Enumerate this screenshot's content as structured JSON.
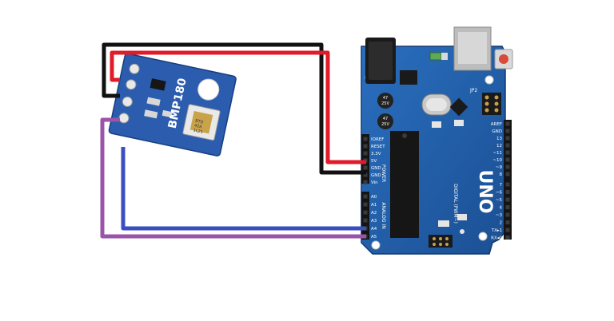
{
  "sensor": {
    "label": "BMP180",
    "chip_text": [
      "BTD",
      "42A",
      "1L21"
    ]
  },
  "board": {
    "logo": "UNO",
    "power_header_label": "POWER",
    "analog_header_label": "ANALOG IN",
    "digital_header_label": "DIGITAL (PWM~)",
    "pins_power": [
      "IOREF",
      "RESET",
      "3.3V",
      "5V",
      "GND",
      "GND",
      "Vin"
    ],
    "pins_analog": [
      "A0",
      "A1",
      "A2",
      "A3",
      "A4",
      "A5"
    ],
    "pins_digital_top": [
      "AREF",
      "GND",
      "13",
      "12",
      "~11",
      "~10",
      "~9",
      "8"
    ],
    "pins_digital_bottom": [
      "7",
      "~6",
      "~5",
      "4",
      "~3",
      "2",
      "TX▸1",
      "RX◂0"
    ],
    "cap_text": [
      "47",
      "25V"
    ],
    "jp_label": "JP2"
  },
  "colors": {
    "board": "#1f5fa8",
    "sensor": "#2b5cae",
    "wire_vcc": "#e01b2a",
    "wire_gnd": "#111111",
    "wire_scl": "#9a54a8",
    "wire_sda": "#3a4ec0"
  }
}
